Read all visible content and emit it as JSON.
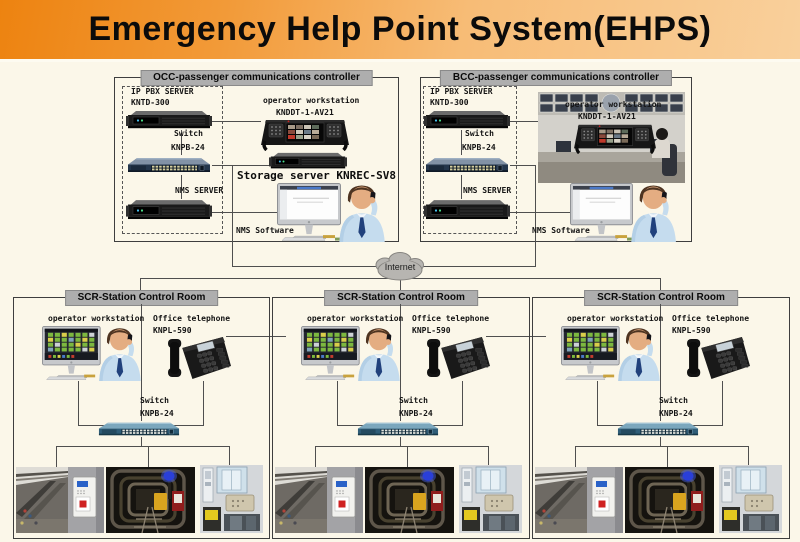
{
  "banner": {
    "title": "Emergency Help Point System(EHPS)"
  },
  "occ": {
    "header": "OCC-passenger communications controller",
    "ip_pbx_name": "IP PBX SERVER",
    "ip_pbx_model": "KNTD-300",
    "switch_name": "Switch",
    "switch_model": "KNPB-24",
    "nms_server_label": "NMS SERVER",
    "workstation_name": "operator workstation",
    "workstation_model": "KNDDT-1-AV21",
    "storage_label": "Storage server KNREC-SV8",
    "nms_software_label": "NMS Software"
  },
  "bcc": {
    "header": "BCC-passenger communications controller",
    "ip_pbx_name": "IP PBX SERVER",
    "ip_pbx_model": "KNTD-300",
    "switch_name": "Switch",
    "switch_model": "KNPB-24",
    "nms_server_label": "NMS SERVER",
    "workstation_name": "operator workstation",
    "workstation_model": "KNDDT-1-AV21",
    "nms_software_label": "NMS Software"
  },
  "internet": {
    "label": "Internet"
  },
  "scr_rooms": [
    {
      "header": "SCR-Station Control Room",
      "workstation_name": "operator workstation",
      "telephone_name": "Office telephone",
      "telephone_model": "KNPL-590",
      "switch_name": "Switch",
      "switch_model": "KNPB-24"
    },
    {
      "header": "SCR-Station Control Room",
      "workstation_name": "operator workstation",
      "telephone_name": "Office telephone",
      "telephone_model": "KNPL-590",
      "switch_name": "Switch",
      "switch_model": "KNPB-24"
    },
    {
      "header": "SCR-Station Control Room",
      "workstation_name": "operator workstation",
      "telephone_name": "Office telephone",
      "telephone_model": "KNPL-590",
      "switch_name": "Switch",
      "switch_model": "KNPB-24"
    }
  ],
  "colors": {
    "banner_orange": "#ed8310",
    "background_cream": "#fbf7e9",
    "header_gray": "#aeaeae",
    "connector_line": "#4f4f4f"
  }
}
